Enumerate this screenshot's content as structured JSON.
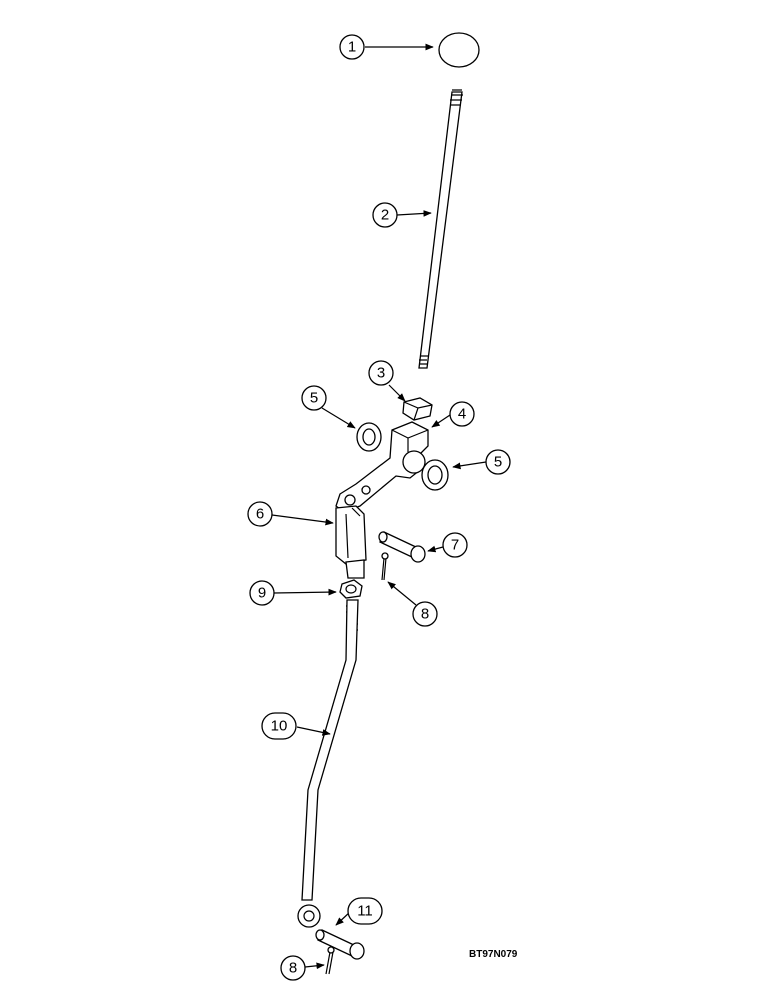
{
  "callouts": [
    {
      "id": "c1",
      "label": "1"
    },
    {
      "id": "c2",
      "label": "2"
    },
    {
      "id": "c3",
      "label": "3"
    },
    {
      "id": "c4",
      "label": "4"
    },
    {
      "id": "c5a",
      "label": "5"
    },
    {
      "id": "c5b",
      "label": "5"
    },
    {
      "id": "c6",
      "label": "6"
    },
    {
      "id": "c7",
      "label": "7"
    },
    {
      "id": "c8a",
      "label": "8"
    },
    {
      "id": "c9",
      "label": "9"
    },
    {
      "id": "c10",
      "label": "10"
    },
    {
      "id": "c11",
      "label": "11"
    },
    {
      "id": "c8b",
      "label": "8"
    }
  ],
  "figure_id": "BT97N079"
}
